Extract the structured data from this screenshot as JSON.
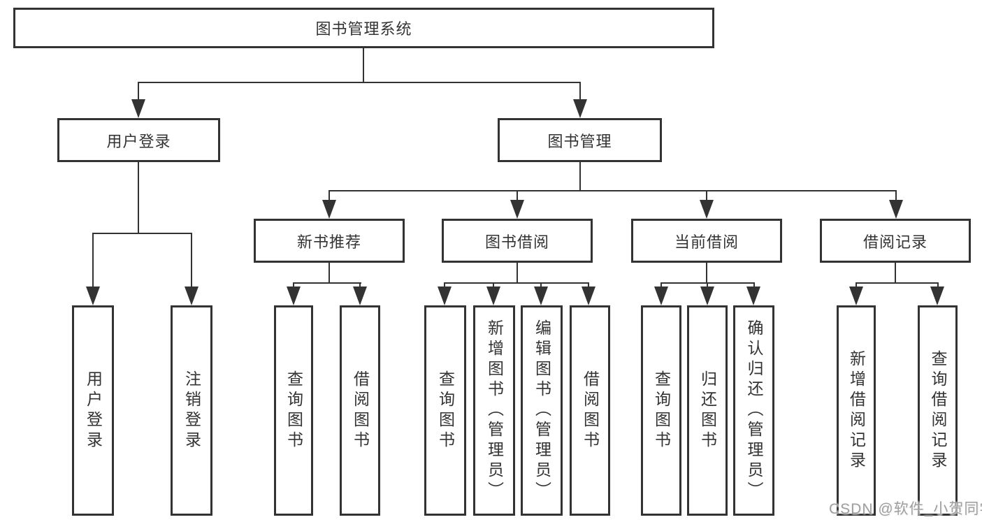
{
  "colors": {
    "line": "#333333",
    "text": "#333333",
    "background": "#ffffff",
    "watermark": "#9e9e9e"
  },
  "diagram": {
    "title": "图书管理系统",
    "level2": [
      "用户登录",
      "图书管理"
    ],
    "level3": [
      "新书推荐",
      "图书借阅",
      "当前借阅",
      "借阅记录"
    ],
    "leaves": [
      "用户登录",
      "注销登录",
      "查询图书",
      "借阅图书",
      "查询图书",
      "新增图书（管理员）",
      "编辑图书（管理员）",
      "借阅图书",
      "查询图书",
      "归还图书",
      "确认归还（管理员）",
      "新增借阅记录",
      "查询借阅记录"
    ]
  },
  "watermark": "CSDN @软件_小贺同学"
}
